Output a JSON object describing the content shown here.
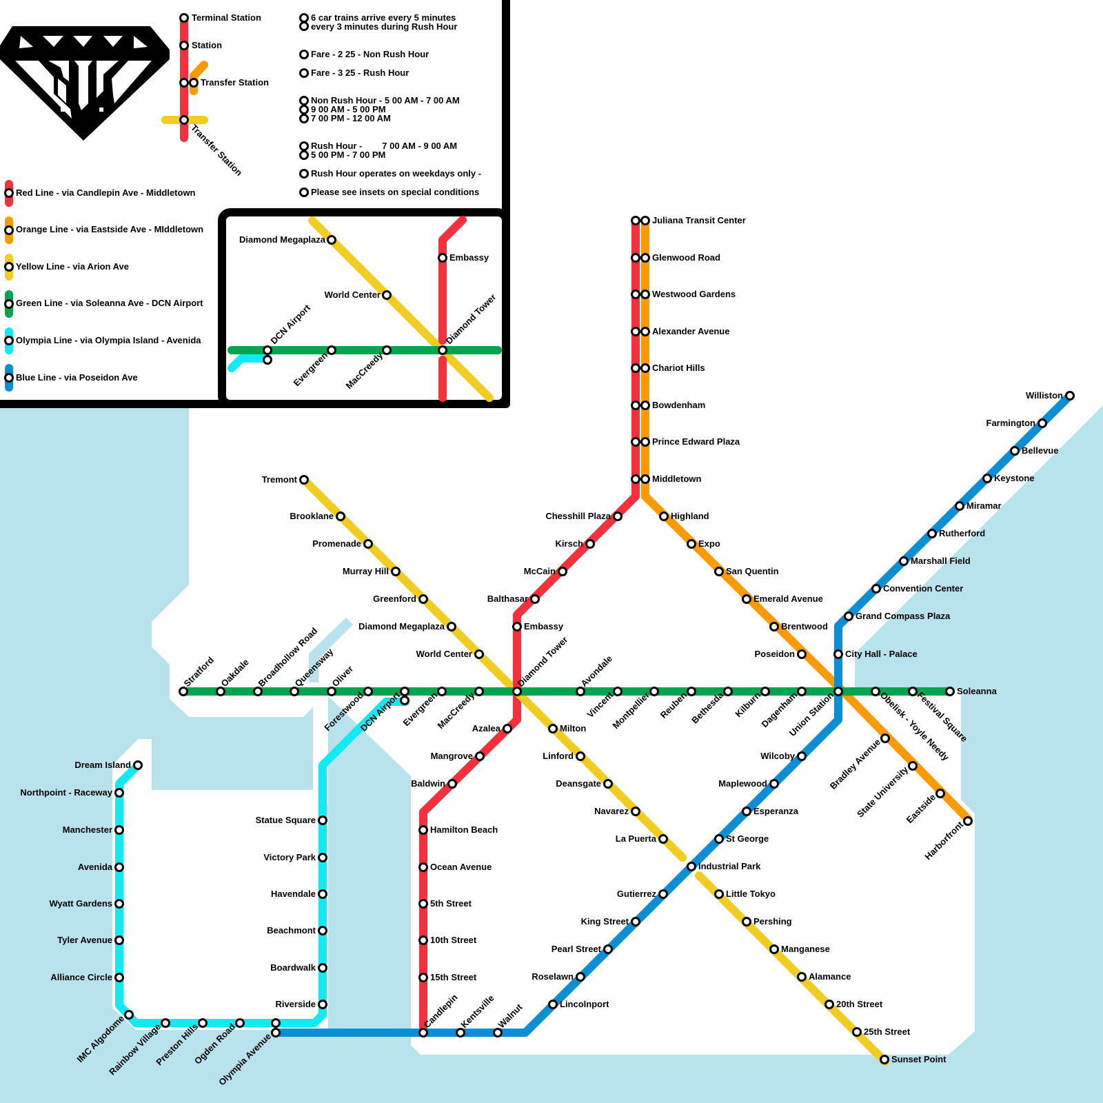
{
  "colors": {
    "water": "#b8e2ec",
    "red": "#f4303c",
    "orange": "#fd9a00",
    "yellow": "#f2cd21",
    "green": "#00a550",
    "olympia": "#12eaf2",
    "blue": "#0a8fd4"
  },
  "logo_icon": "diamond-icon",
  "legend": {
    "terminal_station": "Terminal Station",
    "station": "Station",
    "transfer_station": "Transfer Station",
    "transfer_station_2": "Transfer Station"
  },
  "info": [
    "6 car trains arrive every 5 minutes",
    "every 3 minutes during Rush Hour",
    "Fare - 2 25 - Non Rush Hour",
    "Fare - 3 25 - Rush Hour",
    "Non Rush Hour - 5 00 AM - 7 00 AM",
    "9 00 AM - 5 00 PM",
    "7 00 PM - 12 00 AM",
    "Rush Hour -        7 00 AM - 9 00 AM",
    "5 00 PM - 7 00 PM",
    "Rush Hour operates on weekdays only -",
    "Please see insets on special conditions"
  ],
  "lines": [
    {
      "id": "red",
      "label": "Red Line - via Candlepin Ave - Middletown"
    },
    {
      "id": "orange",
      "label": "Orange Line - via Eastside Ave - MIddletown"
    },
    {
      "id": "yellow",
      "label": "Yellow Line - via Arion Ave"
    },
    {
      "id": "green",
      "label": "Green Line - via Soleanna Ave - DCN Airport"
    },
    {
      "id": "olympia",
      "label": "Olympia Line - via Olympia Island - Avenida"
    },
    {
      "id": "blue",
      "label": "Blue Line - via Poseidon Ave"
    }
  ],
  "inset": {
    "stations": [
      "Diamond Megaplaza",
      "World Center",
      "Embassy",
      "Diamond Tower",
      "DCN Airport",
      "Evergreen",
      "MacCreedy"
    ]
  },
  "stations": {
    "red_north": [
      "Juliana Transit Center",
      "Glenwood Road",
      "Westwood Gardens",
      "Alexander Avenue",
      "Chariot Hills",
      "Bowdenham",
      "Prince Edward Plaza",
      "Middletown"
    ],
    "red_mid": [
      "Chesshill Plaza",
      "Kirsch",
      "McCain",
      "Balthasar",
      "Embassy",
      "Azalea",
      "Mangrove",
      "Baldwin"
    ],
    "red_south": [
      "Hamilton Beach",
      "Ocean Avenue",
      "5th Street",
      "10th Street",
      "15th Street",
      "Candlepin"
    ],
    "orange": [
      "Highland",
      "Expo",
      "San Quentin",
      "Emerald Avenue",
      "Brentwood",
      "Poseidon",
      "Bradley Avenue",
      "State University",
      "Eastside",
      "Harborfront"
    ],
    "yellow_north": [
      "Tremont",
      "Brooklane",
      "Promenade",
      "Murray Hill",
      "Greenford",
      "Diamond Megaplaza",
      "World Center"
    ],
    "yellow_south": [
      "Milton",
      "Linford",
      "Deansgate",
      "Navarez",
      "La Puerta",
      "Little Tokyo",
      "Pershing",
      "Manganese",
      "Alamance",
      "20th Street",
      "25th Street",
      "Sunset Point"
    ],
    "green": [
      "Stratford",
      "Oakdale",
      "Broadhollow Road",
      "Queensway",
      "Oliver",
      "Forestwood",
      "DCN Airport",
      "Evergreen",
      "MacCreedy",
      "Diamond Tower",
      "Avondale",
      "Vincent",
      "Montpellier",
      "Reuben",
      "Bethesda",
      "Kilburn",
      "Dagenham",
      "Union Station",
      "Obelisk - Yoyle Needy",
      "Festival Square",
      "Soleanna"
    ],
    "olympia": [
      "Dream Island",
      "Northpoint - Raceway",
      "Manchester",
      "Avenida",
      "Wyatt Gardens",
      "Tyler Avenue",
      "Alliance Circle",
      "IMC Algodome",
      "Rainbow Village",
      "Preston Hills",
      "Ogden Road",
      "Olympia Avenue",
      "Statue Square",
      "Victory Park",
      "Havendale",
      "Beachmont",
      "Boardwalk",
      "Riverside"
    ],
    "blue": [
      "Williston",
      "Farmington",
      "Bellevue",
      "Keystone",
      "Miramar",
      "Rutherford",
      "Marshall Field",
      "Convention Center",
      "Grand Compass Plaza",
      "City Hall - Palace",
      "Wilcoby",
      "Maplewood",
      "Esperanza",
      "St George",
      "Industrial Park",
      "Gutierrez",
      "King Street",
      "Pearl Street",
      "Roselawn",
      "Lincolnport",
      "Walnut",
      "Kentsville"
    ]
  }
}
